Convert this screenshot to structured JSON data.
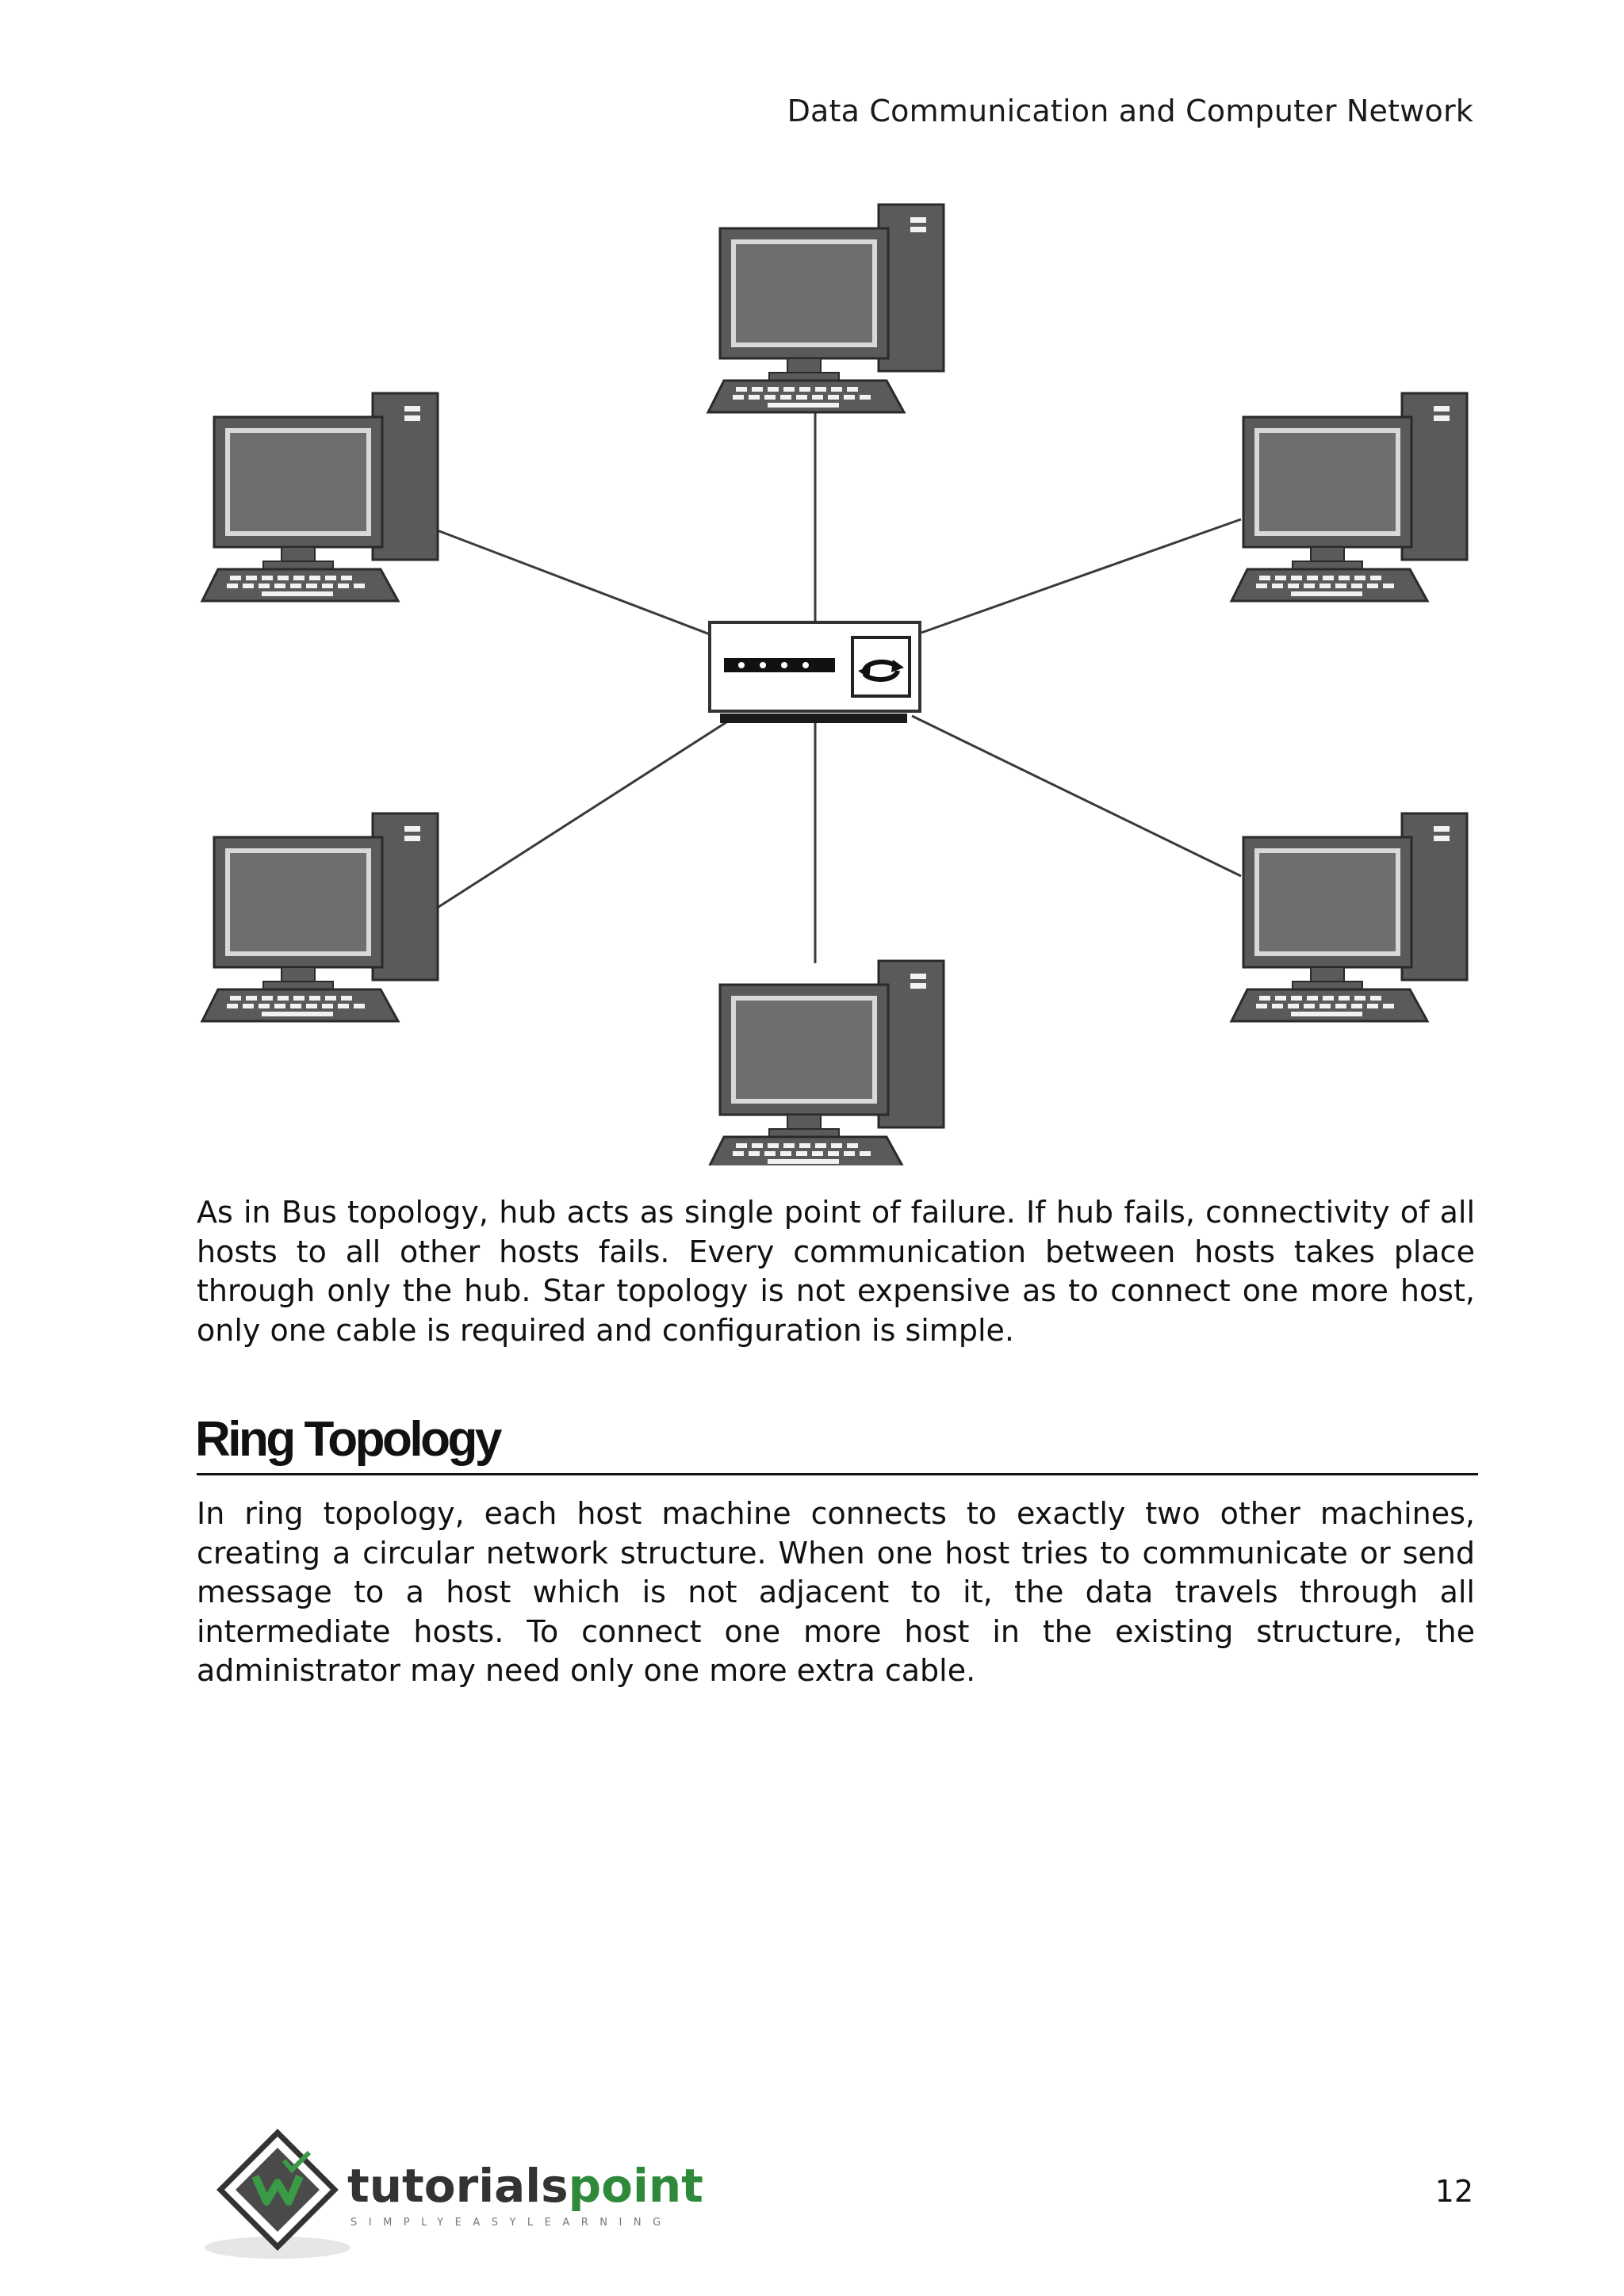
{
  "header": {
    "running_title": "Data Communication and Computer Network"
  },
  "diagram": {
    "type": "star-topology",
    "center_device": "hub",
    "hub_icon": "refresh-cycle-icon",
    "nodes": [
      "computer",
      "computer",
      "computer",
      "computer",
      "computer",
      "computer"
    ]
  },
  "body": {
    "paragraph_1": "As in Bus topology, hub acts as single point of failure. If hub fails, connectivity of all hosts to all other hosts fails. Every communication between hosts takes place through only the hub. Star topology is not expensive as to connect one more host, only one cable is required and configuration is simple.",
    "section_title": "Ring Topology",
    "paragraph_2": "In ring topology, each host machine connects to exactly two other machines, creating a circular network structure. When one host tries to communicate or send message to a host which is not adjacent to it, the data travels through all intermediate hosts. To connect one more host in the existing structure, the administrator may need only one more extra cable."
  },
  "footer": {
    "logo_text": "tutorialspoint",
    "logo_tagline": "SIMPLYEASYLEARNING",
    "page_number": "12"
  },
  "colors": {
    "computer_body": "#5a5a5a",
    "screen": "#6e6e6e",
    "logo_green": "#2e8a3a",
    "logo_dark": "#333333"
  }
}
